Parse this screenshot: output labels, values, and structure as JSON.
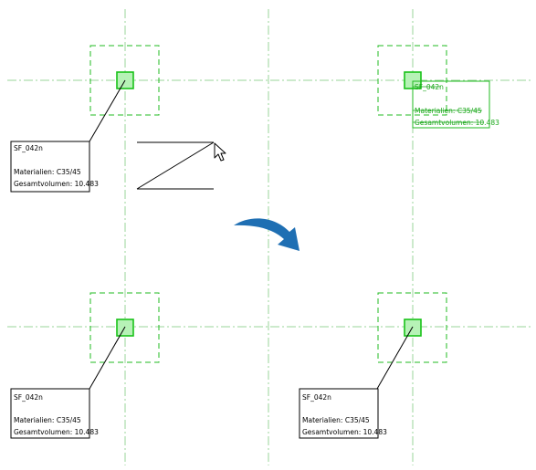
{
  "tags": [
    {
      "id": "top-left",
      "name": "SF_042n",
      "material_label": "Materialien: C35/45",
      "volume_label": "Gesamtvolumen: 10.483",
      "style": "default"
    },
    {
      "id": "top-right",
      "name": "SF_042n",
      "material_label": "Materialien: C35/45",
      "volume_label": "Gesamtvolumen: 10.483",
      "style": "selected-green"
    },
    {
      "id": "bottom-left",
      "name": "SF_042n",
      "material_label": "Materialien: C35/45",
      "volume_label": "Gesamtvolumen: 10.483",
      "style": "default"
    },
    {
      "id": "bottom-right",
      "name": "SF_042n",
      "material_label": "Materialien: C35/45",
      "volume_label": "Gesamtvolumen: 10.483",
      "style": "default"
    }
  ],
  "colors": {
    "gridline": "#9ad49a",
    "footing": "#22bb22",
    "column_fill": "#b6f2b6",
    "arrow": "#1f6fb3"
  },
  "icons": {
    "cursor": "mouse-pointer-icon",
    "arrow": "curved-arrow-icon"
  }
}
